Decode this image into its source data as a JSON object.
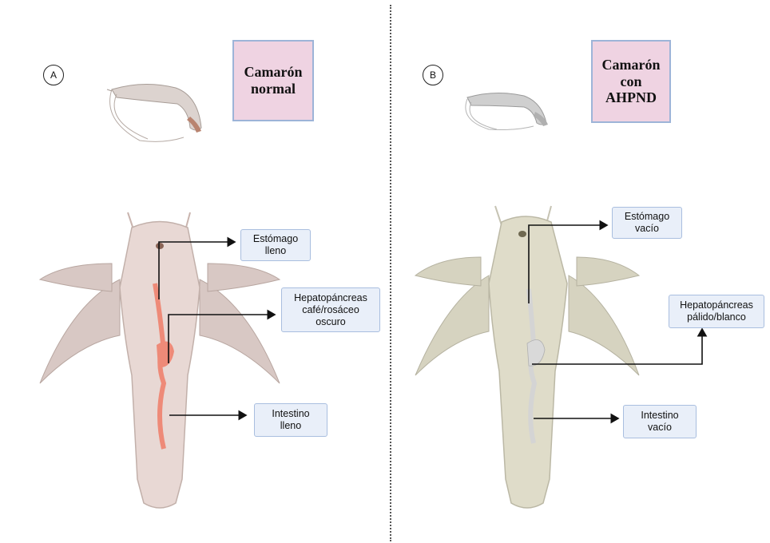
{
  "panel_a": {
    "marker": "A",
    "title": "Camarón\nnormal",
    "labels": {
      "stomach": "Estómago\nlleno",
      "hepatopancreas": "Hepatopáncreas\ncafé/rosáceo\noscuro",
      "intestine": "Intestino\nlleno"
    },
    "colors": {
      "body": "#e8d8d4",
      "organ": "#ee8a78"
    }
  },
  "panel_b": {
    "marker": "B",
    "title": "Camarón\ncon\nAHPND",
    "labels": {
      "stomach": "Estómago\nvacío",
      "hepatopancreas": "Hepatopáncreas\npálido/blanco",
      "intestine": "Intestino\nvacío"
    },
    "colors": {
      "body": "#dfdcc9",
      "organ": "#d4d4d4"
    }
  }
}
